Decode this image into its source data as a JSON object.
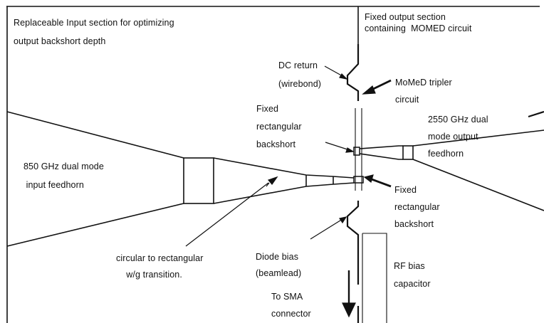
{
  "labels": {
    "input_section": "Replaceable Input section for optimizing\noutput backshort depth",
    "output_section": "Fixed output section\ncontaining  MOMED circuit",
    "dc_return": "DC return\n(wirebond)",
    "tripler": "MoMeD tripler\ncircuit",
    "fixed_backshort_upper": "Fixed\nrectangular\nbackshort",
    "output_feedhorn": "2550 GHz dual\nmode output\nfeedhorn",
    "input_feedhorn": "850 GHz dual mode\n input feedhorn",
    "fixed_backshort_lower": "Fixed\nrectangular\nbackshort",
    "transition": "circular to rectangular\n    w/g transition.",
    "diode_bias": "Diode bias\n(beamlead)",
    "rf_bias": "RF bias\ncapacitor",
    "sma": "To SMA\nconnector"
  }
}
